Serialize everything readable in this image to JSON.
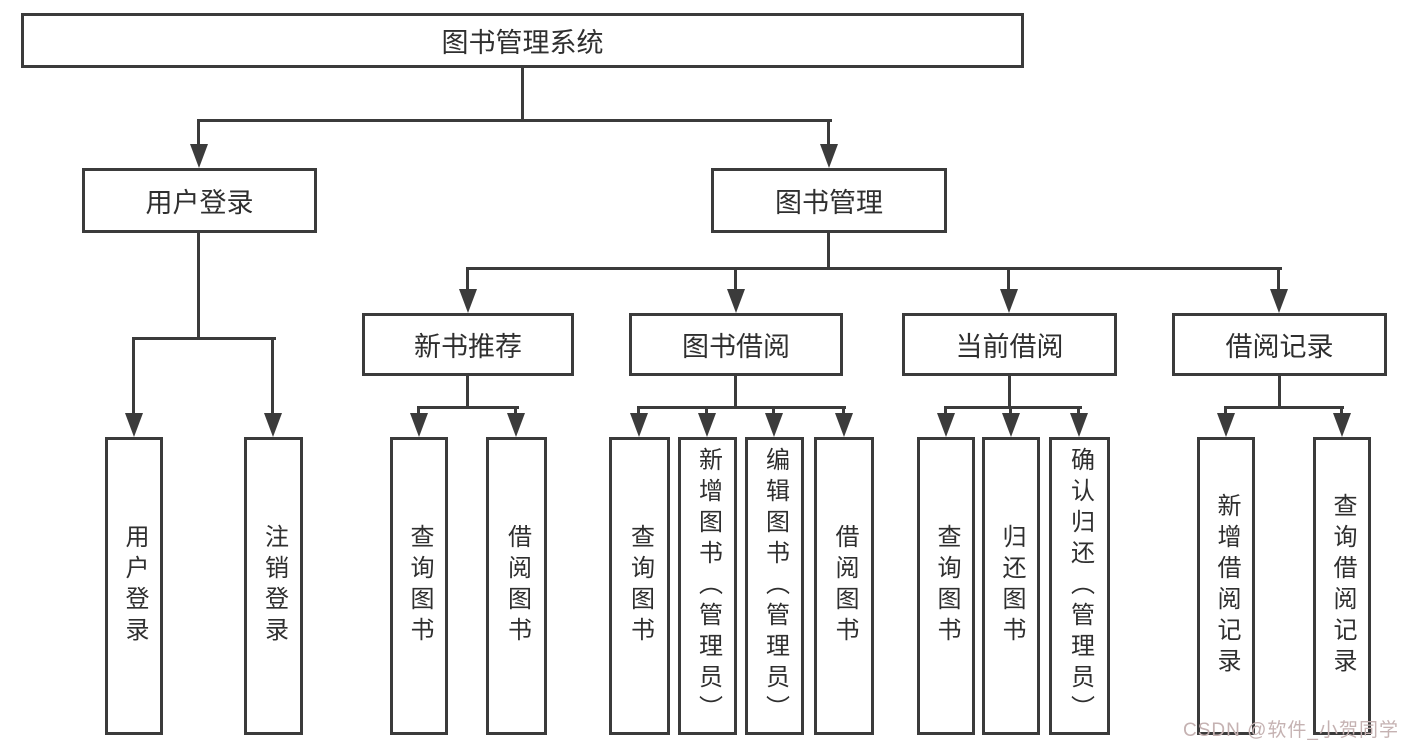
{
  "diagram": {
    "root": {
      "label": "图书管理系统"
    },
    "level2": [
      {
        "label": "用户登录"
      },
      {
        "label": "图书管理"
      }
    ],
    "level3": [
      {
        "label": "新书推荐"
      },
      {
        "label": "图书借阅"
      },
      {
        "label": "当前借阅"
      },
      {
        "label": "借阅记录"
      }
    ],
    "leaves": {
      "user_login": [
        "用户登录",
        "注销登录"
      ],
      "new_book": [
        "查询图书",
        "借阅图书"
      ],
      "book_borrow": [
        "查询图书",
        "新增图书（管理员）",
        "编辑图书（管理员）",
        "借阅图书"
      ],
      "current_borrow": [
        "查询图书",
        "归还图书",
        "确认归还（管理员）"
      ],
      "borrow_record": [
        "新增借阅记录",
        "查询借阅记录"
      ]
    }
  },
  "watermark": {
    "text": "CSDN @软件_小贺同学",
    "color": "#c5b2b2"
  },
  "colors": {
    "line": "#3b3b3b",
    "box_border": "#3b3b3b",
    "text": "#2f2f2f",
    "background": "#ffffff"
  }
}
